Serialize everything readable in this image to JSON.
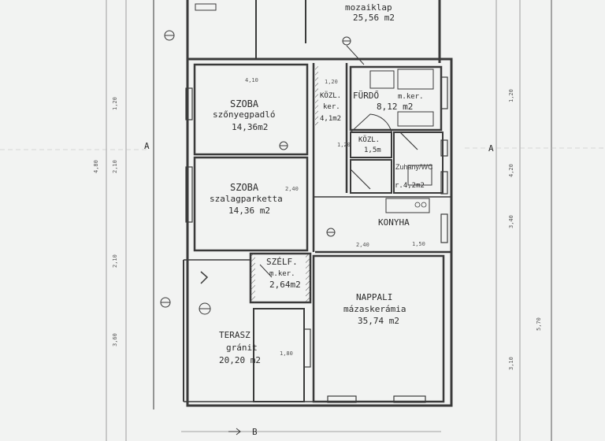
{
  "rooms": {
    "hall": {
      "surface": "mozaiklap",
      "area": "25,56 m2"
    },
    "room1": {
      "name": "SZOBA",
      "surface": "szőnyegpadló",
      "area": "14,36m2"
    },
    "room2": {
      "name": "SZOBA",
      "surface": "szalagparketta",
      "area": "14,36 m2"
    },
    "kozl1": {
      "name": "KÖZL.",
      "line2": "ker.",
      "area": "4,1m2"
    },
    "furdo": {
      "name": "FÜRDŐ",
      "surface": "m.ker.",
      "area": "8,12 m2"
    },
    "kozl2": {
      "name": "KÖZL.",
      "area": "1,5m"
    },
    "wc": {
      "area": "r.4,2m2"
    },
    "konyha": {
      "name": "KONYHA"
    },
    "szel": {
      "name": "SZÉLF.",
      "surface": "m.ker.",
      "area": "2,64m2"
    },
    "nappali": {
      "name": "NAPPALI",
      "surface": "mázaskerámia",
      "area": "35,74 m2"
    },
    "terasz": {
      "name": "TERASZ",
      "surface": "gránit",
      "area": "20,20 m2"
    }
  },
  "annotation": "Zuhany/WC",
  "section_marks": {
    "a_left": "A",
    "a_right": "A",
    "b_bottom": "B"
  },
  "dims": {
    "d1": "4,10",
    "d2": "1,20",
    "d3": "2,40",
    "d4": "1,50",
    "d5": "2,40",
    "d6": "1,80",
    "d7": "1,20",
    "d8": "4,80",
    "d9": "3,60",
    "d10": "2,10",
    "d11": "2,10",
    "d12": "1,20",
    "d13": "4,20",
    "d14": "5,70",
    "d15": "3,40",
    "d16": "1,20",
    "d17": "3,10"
  },
  "icons": [
    "level-marker-icon",
    "door-swing-icon",
    "north-arrow-icon"
  ]
}
